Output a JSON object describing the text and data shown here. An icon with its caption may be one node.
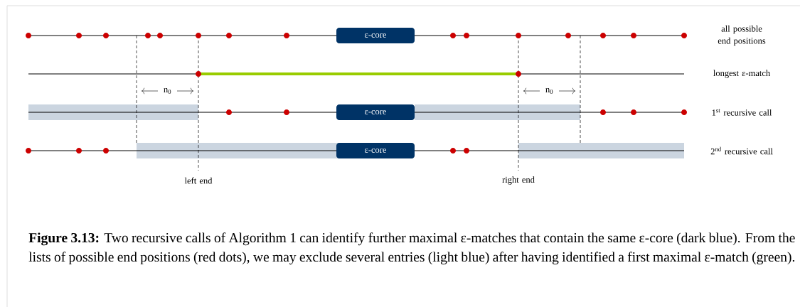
{
  "diagram": {
    "caption": "**Figure 3.13:** Two recursive calls of Algorithm 1 can identify further maximal ε-matches that contain the same ε-core (dark blue). From the lists of possible end positions (red dots), we may exclude several entries (light blue) after having identified a first maximal ε-match (green).",
    "nodes": [
      {
        "text": [
          "ε-core"
        ]
      },
      {
        "text": [
          "ε-core"
        ]
      },
      {
        "text": [
          "ε-core"
        ]
      }
    ],
    "labels": [
      "all possible end positions",
      "longest ε-match",
      "n$_{0}$",
      "n$_{0}$",
      "1$^{st}$ recursive call",
      "2$^{nd}$ recursive call",
      "left end",
      "right end"
    ]
  }
}
